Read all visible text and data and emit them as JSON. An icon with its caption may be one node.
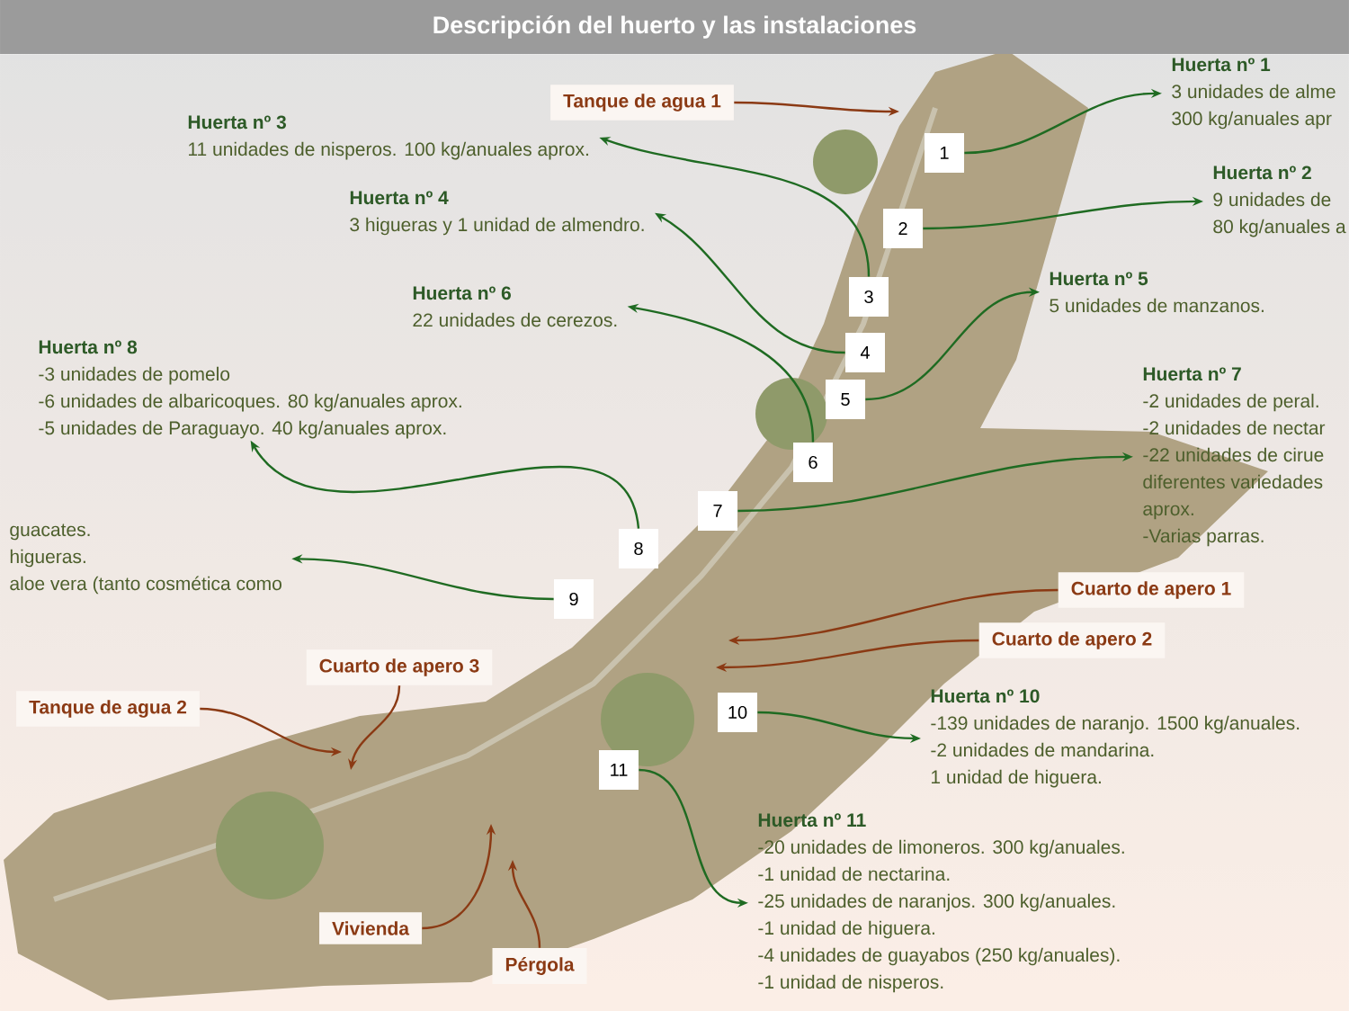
{
  "diagram": {
    "title": "Descripción del huerto y las instalaciones",
    "nodes": [
      {
        "text": [
          "1"
        ]
      },
      {
        "text": [
          "2"
        ]
      },
      {
        "text": [
          "3"
        ]
      },
      {
        "text": [
          "4"
        ]
      },
      {
        "text": [
          "5"
        ]
      },
      {
        "text": [
          "6"
        ]
      },
      {
        "text": [
          "7"
        ]
      },
      {
        "text": [
          "8"
        ]
      },
      {
        "text": [
          "9"
        ]
      },
      {
        "text": [
          "10"
        ]
      },
      {
        "text": [
          "11"
        ]
      },
      {
        "text": [
          "Huerta nº 1",
          "3 unidades de alme",
          "300 kg/anuales apr"
        ]
      },
      {
        "text": [
          "Huerta nº 2",
          "9 unidades de",
          "80 kg/anuales a"
        ]
      },
      {
        "text": [
          "Huerta nº 3",
          "11 unidades de nisperos. 100 kg/anuales aprox."
        ]
      },
      {
        "text": [
          "Huerta nº 4",
          "3 higueras y 1 unidad de almendro."
        ]
      },
      {
        "text": [
          "Huerta nº 5",
          "5 unidades de manzanos."
        ]
      },
      {
        "text": [
          "Huerta nº 6",
          "22 unidades de cerezos."
        ]
      },
      {
        "text": [
          "Huerta nº 7",
          "-2 unidades de peral.",
          "-2 unidades de nectar",
          "-22 unidades de cirue",
          "diferentes variedades",
          "aprox.",
          "-Varias parras."
        ]
      },
      {
        "text": [
          "Huerta nº 8",
          "-3 unidades de pomelo",
          "-6 unidades de albaricoques. 80 kg/anuales aprox.",
          "-5 unidades de Paraguayo. 40 kg/anuales aprox."
        ]
      },
      {
        "text": [
          "guacates.",
          "higueras.",
          "aloe vera (tanto cosmética como"
        ]
      },
      {
        "text": [
          "Huerta nº 10",
          "-139 unidades de naranjo. 1500 kg/anuales.",
          "-2 unidades de mandarina.",
          "1 unidad de higuera."
        ]
      },
      {
        "text": [
          "Huerta nº 11",
          "-20 unidades de limoneros. 300 kg/anuales.",
          "-1 unidad de nectarina.",
          "-25 unidades de naranjos. 300 kg/anuales.",
          "-1 unidad de higuera.",
          "-4 unidades de guayabos (250 kg/anuales).",
          "-1 unidad de nisperos."
        ]
      },
      {
        "text": [
          "Tanque de agua 1"
        ]
      },
      {
        "text": [
          "Cuarto de apero 1"
        ]
      },
      {
        "text": [
          "Cuarto de apero 2"
        ]
      },
      {
        "text": [
          "Cuarto de apero 3"
        ]
      },
      {
        "text": [
          "Tanque de agua 2"
        ]
      },
      {
        "text": [
          "Vivienda"
        ]
      },
      {
        "text": [
          "Pérgola"
        ]
      }
    ],
    "edges": [
      {
        "from": 0,
        "to": 11,
        "arrow": "to"
      },
      {
        "from": 1,
        "to": 12,
        "arrow": "to"
      },
      {
        "from": 2,
        "to": 13,
        "arrow": "to"
      },
      {
        "from": 3,
        "to": 14,
        "arrow": "to"
      },
      {
        "from": 4,
        "to": 15,
        "arrow": "to"
      },
      {
        "from": 5,
        "to": 16,
        "arrow": "to"
      },
      {
        "from": 6,
        "to": 17,
        "arrow": "to"
      },
      {
        "from": 7,
        "to": 18,
        "arrow": "to"
      },
      {
        "from": 8,
        "to": 19,
        "arrow": "to"
      },
      {
        "from": 9,
        "to": 20,
        "arrow": "to"
      },
      {
        "from": 10,
        "to": 21,
        "arrow": "to"
      },
      {
        "from": 22,
        "to": null,
        "arrow": "to",
        "color": "#8b3a14"
      },
      {
        "from": 23,
        "to": null,
        "arrow": "to",
        "color": "#8b3a14"
      },
      {
        "from": 24,
        "to": null,
        "arrow": "to",
        "color": "#8b3a14"
      },
      {
        "from": 25,
        "to": null,
        "arrow": "to",
        "color": "#8b3a14"
      },
      {
        "from": 26,
        "to": null,
        "arrow": "to",
        "color": "#8b3a14"
      },
      {
        "from": 27,
        "to": null,
        "arrow": "to",
        "color": "#8b3a14"
      },
      {
        "from": 28,
        "to": null,
        "arrow": "to",
        "color": "#8b3a14"
      }
    ]
  }
}
